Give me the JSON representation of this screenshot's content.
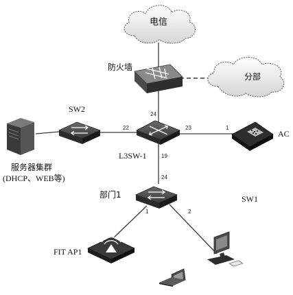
{
  "clouds": {
    "telecom": "电信",
    "branch": "分部"
  },
  "devices": {
    "firewall": "防火墙",
    "sw2": "SW2",
    "l3sw": "L3SW-1",
    "ac": "AC",
    "server_cluster_line1": "服务器集群",
    "server_cluster_line2": "(DHCP、WEB等)",
    "dept": "部门1",
    "sw1": "SW1",
    "fit_ap": "FIT AP1"
  },
  "ports": {
    "fw_l3": "24",
    "l3_sw2": "22",
    "l3_ac": "23",
    "ac_l3": "1",
    "l3_sw1": "19",
    "sw1_l3": "24",
    "sw1_ap": "1",
    "sw1_pc": "2"
  }
}
